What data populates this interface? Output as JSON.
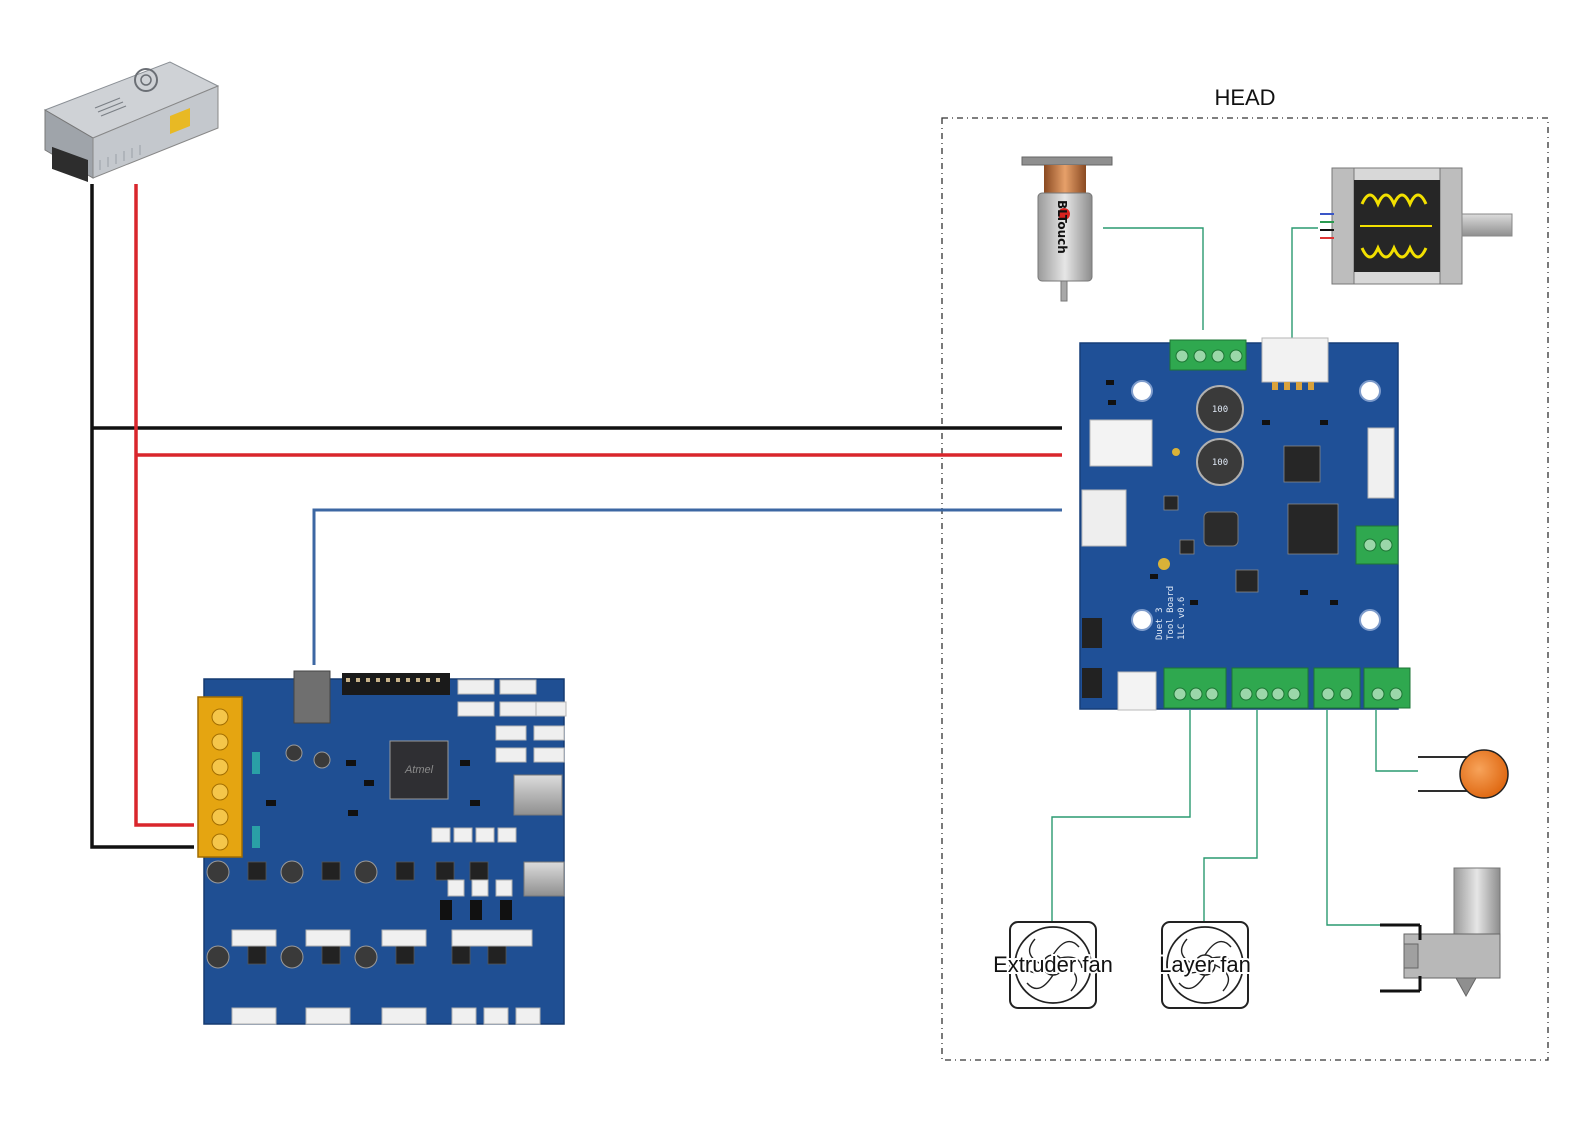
{
  "head_group": {
    "label": "HEAD"
  },
  "probe": {
    "brand_text": "BLTouch"
  },
  "fans": [
    {
      "label": "Extruder fan"
    },
    {
      "label": "Layer fan"
    }
  ],
  "mainboard": {
    "mcu_marking": "Atmel"
  },
  "toolboard": {
    "silkscreen": [
      "Duet 3",
      "Tool Board",
      "1LC v0.6"
    ],
    "capacitor_marking": "100"
  },
  "wiring": {
    "power_negative_color": "#111111",
    "power_positive_color": "#d9262c",
    "can_bus_color": "#3c67a3",
    "head_signal_color": "#2a9a70"
  }
}
